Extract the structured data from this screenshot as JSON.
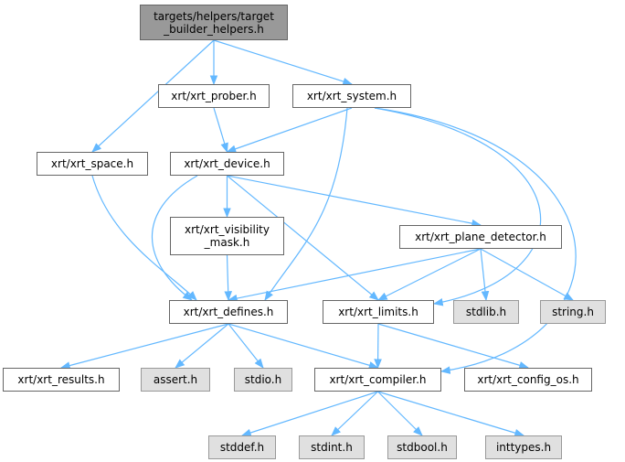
{
  "diagram": {
    "edge_color": "#63b8ff",
    "nodes": [
      {
        "id": "root",
        "label": "targets/helpers/target\n_builder_helpers.h",
        "kind": "root"
      },
      {
        "id": "prober",
        "label": "xrt/xrt_prober.h",
        "kind": "local"
      },
      {
        "id": "system",
        "label": "xrt/xrt_system.h",
        "kind": "local"
      },
      {
        "id": "space",
        "label": "xrt/xrt_space.h",
        "kind": "local"
      },
      {
        "id": "device",
        "label": "xrt/xrt_device.h",
        "kind": "local"
      },
      {
        "id": "vismask",
        "label": "xrt/xrt_visibility\n_mask.h",
        "kind": "local"
      },
      {
        "id": "plane",
        "label": "xrt/xrt_plane_detector.h",
        "kind": "local"
      },
      {
        "id": "defines",
        "label": "xrt/xrt_defines.h",
        "kind": "local"
      },
      {
        "id": "limits",
        "label": "xrt/xrt_limits.h",
        "kind": "local"
      },
      {
        "id": "stdlib",
        "label": "stdlib.h",
        "kind": "system"
      },
      {
        "id": "string",
        "label": "string.h",
        "kind": "system"
      },
      {
        "id": "results",
        "label": "xrt/xrt_results.h",
        "kind": "local"
      },
      {
        "id": "assert",
        "label": "assert.h",
        "kind": "system"
      },
      {
        "id": "stdio",
        "label": "stdio.h",
        "kind": "system"
      },
      {
        "id": "compiler",
        "label": "xrt/xrt_compiler.h",
        "kind": "local"
      },
      {
        "id": "configos",
        "label": "xrt/xrt_config_os.h",
        "kind": "local"
      },
      {
        "id": "stddef",
        "label": "stddef.h",
        "kind": "system"
      },
      {
        "id": "stdint",
        "label": "stdint.h",
        "kind": "system"
      },
      {
        "id": "stdbool",
        "label": "stdbool.h",
        "kind": "system"
      },
      {
        "id": "inttypes",
        "label": "inttypes.h",
        "kind": "system"
      }
    ],
    "edges": [
      [
        "root",
        "prober"
      ],
      [
        "root",
        "system"
      ],
      [
        "root",
        "space"
      ],
      [
        "prober",
        "device"
      ],
      [
        "system",
        "device"
      ],
      [
        "system",
        "defines"
      ],
      [
        "system",
        "limits"
      ],
      [
        "system",
        "compiler"
      ],
      [
        "space",
        "defines"
      ],
      [
        "device",
        "vismask"
      ],
      [
        "device",
        "defines"
      ],
      [
        "device",
        "plane"
      ],
      [
        "device",
        "limits"
      ],
      [
        "vismask",
        "defines"
      ],
      [
        "plane",
        "defines"
      ],
      [
        "plane",
        "limits"
      ],
      [
        "plane",
        "stdlib"
      ],
      [
        "plane",
        "string"
      ],
      [
        "defines",
        "results"
      ],
      [
        "defines",
        "assert"
      ],
      [
        "defines",
        "stdio"
      ],
      [
        "defines",
        "compiler"
      ],
      [
        "limits",
        "compiler"
      ],
      [
        "limits",
        "configos"
      ],
      [
        "compiler",
        "stddef"
      ],
      [
        "compiler",
        "stdint"
      ],
      [
        "compiler",
        "stdbool"
      ],
      [
        "compiler",
        "inttypes"
      ]
    ]
  }
}
